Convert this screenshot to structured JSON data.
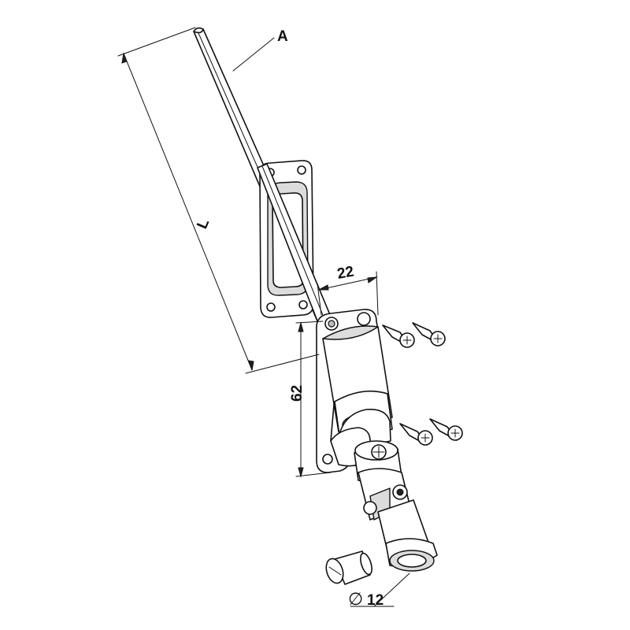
{
  "labels": {
    "part_a": "A",
    "length": "L",
    "width": "22",
    "height": "62",
    "diameter_symbol": "∅",
    "diameter": "12"
  }
}
